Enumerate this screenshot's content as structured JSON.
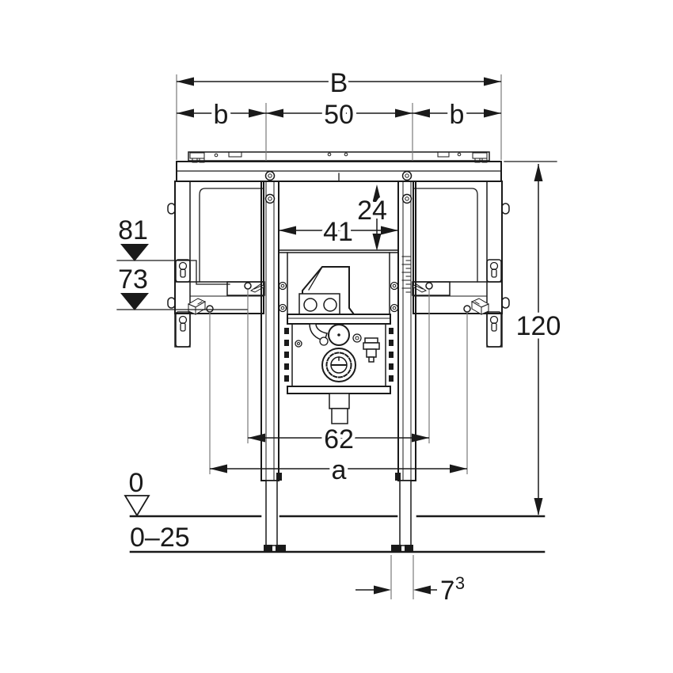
{
  "labels": {
    "overall_width": "B",
    "offset_left": "b",
    "center_spacing": "50",
    "offset_right": "b",
    "top_clearance": "24",
    "inner_width": "41",
    "level_upper": "81",
    "level_lower": "73",
    "frame_height": "120",
    "fixing_width": "62",
    "anchor_width": "a",
    "floor_zero": "0",
    "floor_range": "0–25",
    "foot_depth": "7",
    "foot_depth_sup": "3"
  },
  "colors": {
    "line": "#1a1a1a",
    "extension_line": "#7a7a7a",
    "background": "#ffffff"
  }
}
